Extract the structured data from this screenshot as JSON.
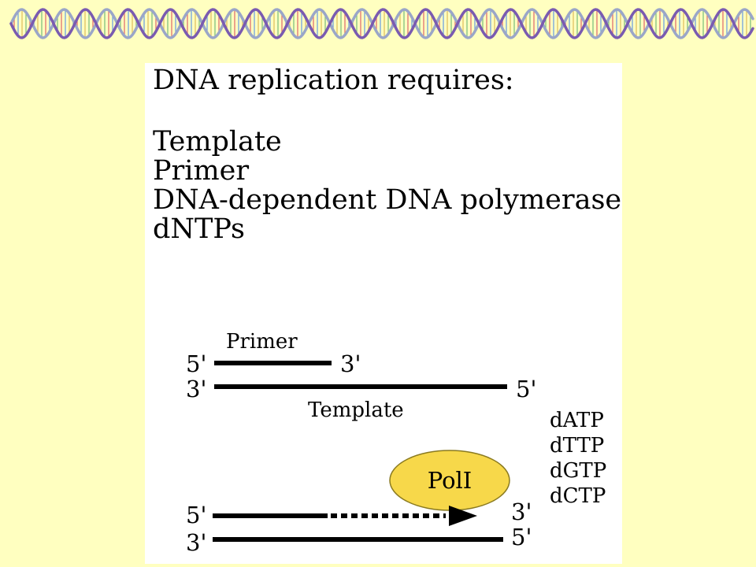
{
  "colors": {
    "background": "#FFFFC0",
    "panel": "#FFFFFF",
    "polymerase_fill": "#F7D84A",
    "helix_strand_1": "#7A5BB0",
    "helix_strand_2": "#9AA6C8"
  },
  "requirements": {
    "title": "DNA replication requires:",
    "items": [
      "Template",
      "Primer",
      "DNA-dependent DNA polymerase",
      "dNTPs"
    ]
  },
  "diagram": {
    "primer_label": "Primer",
    "template_label": "Template",
    "primer_5": "5'",
    "primer_3": "3'",
    "template_3": "3'",
    "template_5": "5'",
    "enzyme_label": "PolI",
    "extending_5": "5'",
    "extending_3": "3'",
    "bottom_3": "3'",
    "bottom_5": "5'",
    "dntps": [
      "dATP",
      "dTTP",
      "dGTP",
      "dCTP"
    ]
  }
}
